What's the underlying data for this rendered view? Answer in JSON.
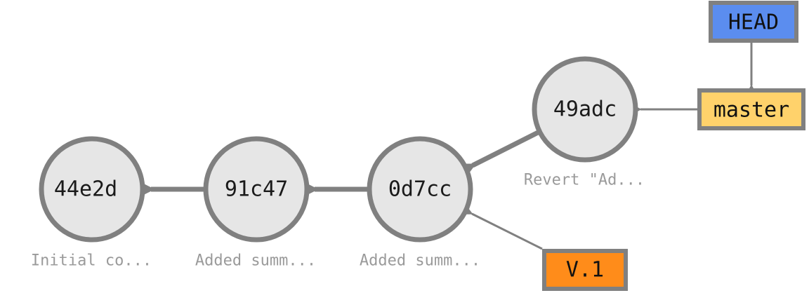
{
  "colors": {
    "head_fill": "#5b8def",
    "branch_fill": "#ffd26b",
    "tag_fill": "#ff8c1a",
    "commit_fill": "#e6e6e6",
    "stroke": "#808080",
    "message_text": "#9a9a9a"
  },
  "commits": [
    {
      "id": "44e2d",
      "message": "Initial co..."
    },
    {
      "id": "91c47",
      "message": "Added summ..."
    },
    {
      "id": "0d7cc",
      "message": "Added summ..."
    },
    {
      "id": "49adc",
      "message": "Revert \"Ad..."
    }
  ],
  "refs": {
    "head": {
      "label": "HEAD"
    },
    "branch": {
      "label": "master"
    },
    "tag": {
      "label": "V.1"
    }
  }
}
